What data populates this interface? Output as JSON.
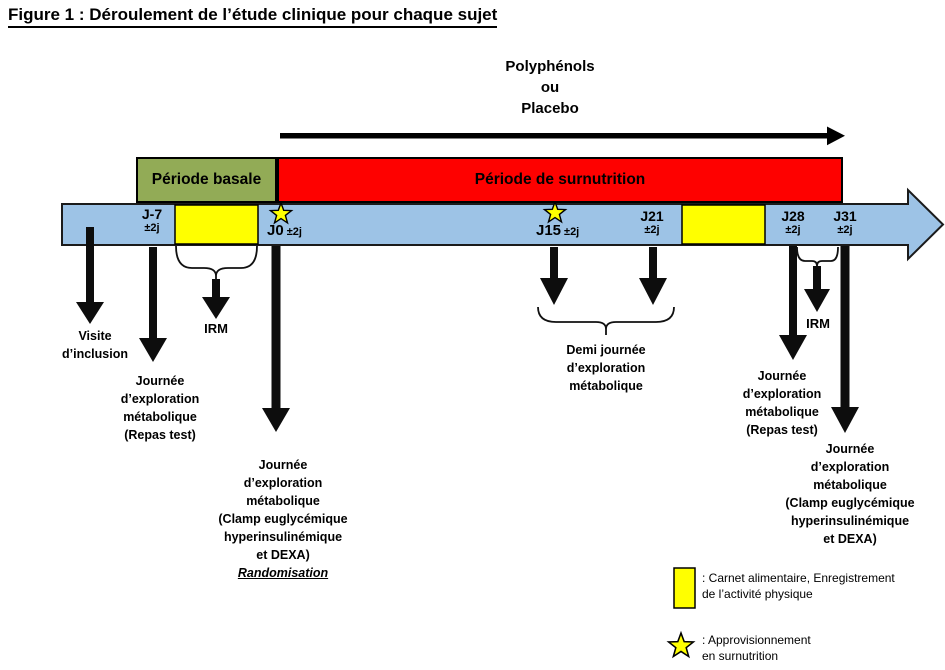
{
  "title": "Figure 1 : Déroulement de l’étude clinique pour chaque sujet",
  "treatment_label": "Polyphénols\nou\nPlacebo",
  "periods": {
    "basale": "Période basale",
    "surnutrition": "Période de surnutrition"
  },
  "timeline": {
    "j7": {
      "day": "J-7",
      "tolerance": "±2j"
    },
    "j0": {
      "day": "J0",
      "tolerance": "±2j"
    },
    "j15": {
      "day": "J15",
      "tolerance": "±2j"
    },
    "j21": {
      "day": "J21",
      "tolerance": "±2j"
    },
    "j28": {
      "day": "J28",
      "tolerance": "±2j"
    },
    "j31": {
      "day": "J31",
      "tolerance": "±2j"
    }
  },
  "events": {
    "inclusion": "Visite\nd’inclusion",
    "j7_exploration": "Journée\nd’exploration\nmétabolique\n(Repas test)",
    "irm_left": "IRM",
    "j0_exploration": "Journée\nd’exploration\nmétabolique\n(Clamp euglycémique\nhyperinsulinémique\net DEXA)",
    "j0_randomisation": "Randomisation",
    "demi_journee": "Demi journée\nd’exploration\nmétabolique",
    "j28_exploration": "Journée\nd’exploration\nmétabolique\n(Repas test)",
    "irm_right": "IRM",
    "j31_exploration": "Journée\nd’exploration\nmétabolique\n(Clamp euglycémique\nhyperinsulinémique\net DEXA)"
  },
  "legend": {
    "food_diary": ": Carnet alimentaire, Enregistrement\nde l’activité physique",
    "star": ": Approvisionnement\nen surnutrition"
  },
  "colors": {
    "timeline-blue": "#9DC3E6",
    "basale-green": "#92AB56",
    "surnutrition-red": "#FE0100",
    "highlight-yellow": "#FFFF00"
  }
}
